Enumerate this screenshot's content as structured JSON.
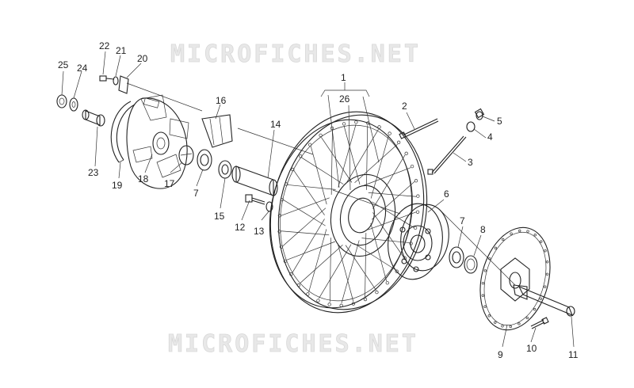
{
  "watermarks": {
    "top": "MICROFICHES.NET",
    "bottom": "MICROFICHES.NET"
  },
  "labels": {
    "l1": "1",
    "l2": "2",
    "l3": "3",
    "l4": "4",
    "l5": "5",
    "l6": "6",
    "l7a": "7",
    "l7b": "7",
    "l8": "8",
    "l9": "9",
    "l10": "10",
    "l11": "11",
    "l12": "12",
    "l13": "13",
    "l14": "14",
    "l15": "15",
    "l16": "16",
    "l17": "17",
    "l18": "18",
    "l19": "19",
    "l20": "20",
    "l21": "21",
    "l22": "22",
    "l23": "23",
    "l24": "24",
    "l25": "25",
    "l26": "26"
  }
}
